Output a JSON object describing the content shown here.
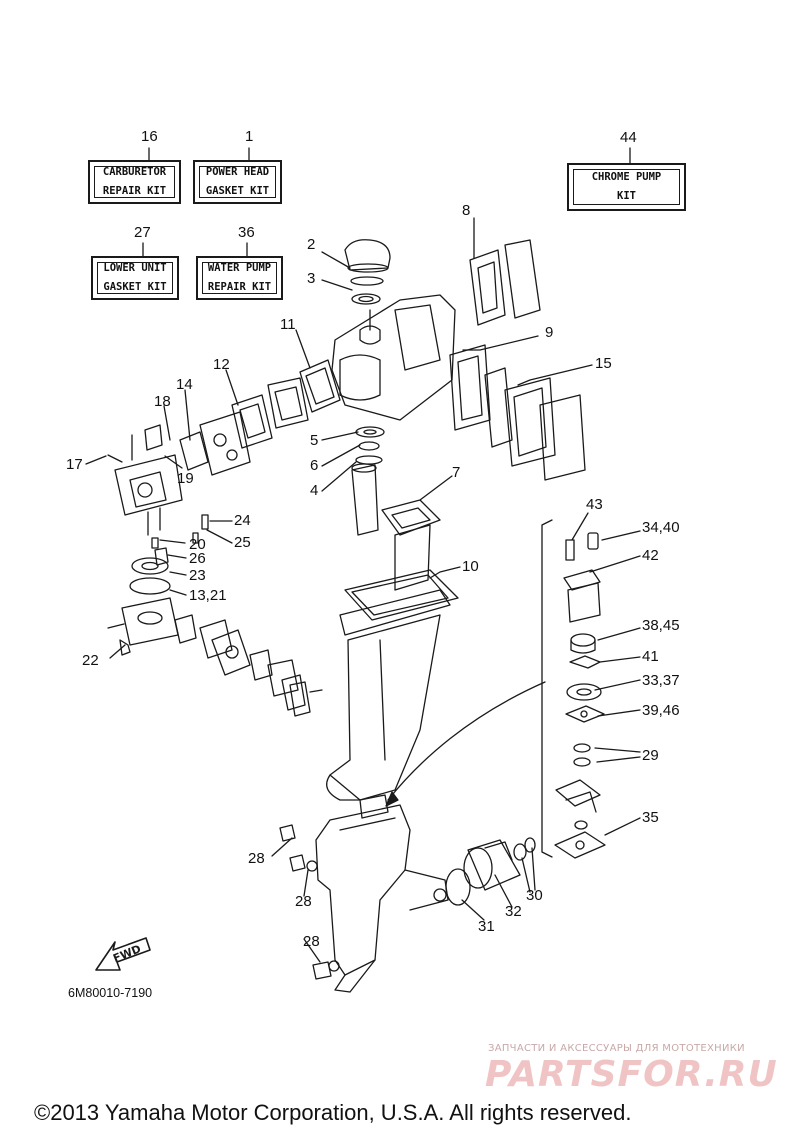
{
  "kits": [
    {
      "id": "kit-16",
      "number": "16",
      "label": "CARBURETOR\nREPAIR KIT"
    },
    {
      "id": "kit-1",
      "number": "1",
      "label": "POWER HEAD\nGASKET KIT"
    },
    {
      "id": "kit-27",
      "number": "27",
      "label": "LOWER UNIT\nGASKET KIT"
    },
    {
      "id": "kit-36",
      "number": "36",
      "label": "WATER PUMP\nREPAIR KIT"
    },
    {
      "id": "kit-44",
      "number": "44",
      "label": "CHROME PUMP\nKIT"
    }
  ],
  "callouts": [
    "2",
    "3",
    "8",
    "9",
    "11",
    "12",
    "14",
    "15",
    "18",
    "17",
    "19",
    "5",
    "6",
    "4",
    "7",
    "24",
    "20",
    "25",
    "26",
    "23",
    "13,21",
    "10",
    "22",
    "43",
    "34,40",
    "42",
    "38,45",
    "41",
    "33,37",
    "39,46",
    "29",
    "35",
    "28",
    "28",
    "30",
    "32",
    "31",
    "28"
  ],
  "fwd_label": "FWD",
  "diagram_code": "6M80010-7190",
  "watermark": {
    "line1": "ЗАПЧАСТИ И АКСЕССУАРЫ ДЛЯ МОТОТЕХНИКИ",
    "line2": "PARTSFOR.RU"
  },
  "copyright": "©2013 Yamaha Motor Corporation, U.S.A. All rights reserved.",
  "colors": {
    "ink": "#1a1a1a",
    "watermark": "#f0c4c4"
  }
}
